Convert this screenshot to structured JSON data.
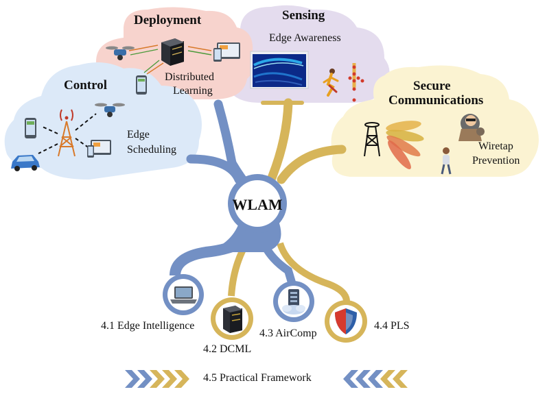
{
  "center": {
    "label": "WLAM"
  },
  "clouds": {
    "control": {
      "title": "Control",
      "caption_line1": "Edge",
      "caption_line2": "Scheduling"
    },
    "deployment": {
      "title": "Deployment",
      "caption_line1": "Distributed",
      "caption_line2": "Learning"
    },
    "sensing": {
      "title": "Sensing",
      "caption_line1": "Edge Awareness"
    },
    "secure": {
      "title_line1": "Secure",
      "title_line2": "Communications",
      "caption_line1": "Wiretap",
      "caption_line2": "Prevention"
    }
  },
  "leaves": {
    "edge_intelligence": "4.1 Edge Intelligence",
    "dcml": "4.2 DCML",
    "aircomp": "4.3 AirComp",
    "pls": "4.4 PLS",
    "framework": "4.5 Practical Framework"
  },
  "colors": {
    "blue_branch": "#7390c4",
    "gold_branch": "#d6b55a",
    "control_cloud": "#dce9f8",
    "deployment_cloud": "#f7d3cd",
    "sensing_cloud": "#e4dcee",
    "secure_cloud": "#fbf3d2"
  }
}
